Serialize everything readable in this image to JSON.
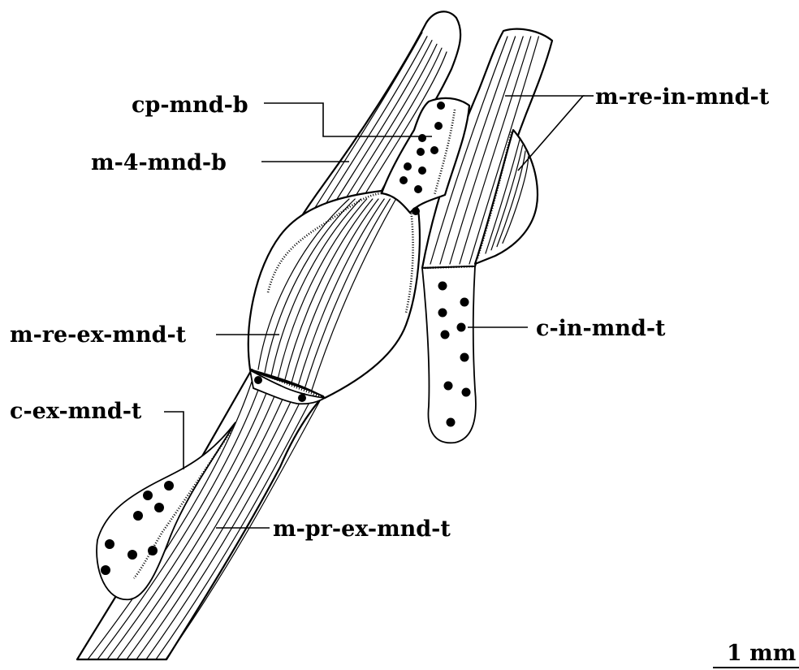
{
  "labels": {
    "cp_mnd_b": "cp-mnd-b",
    "m_4_mnd_b": "m-4-mnd-b",
    "m_re_in_mnd_t": "m-re-in-mnd-t",
    "m_re_ex_mnd_t": "m-re-ex-mnd-t",
    "c_in_mnd_t": "c-in-mnd-t",
    "c_ex_mnd_t": "c-ex-mnd-t",
    "m_pr_ex_mnd_t": "m-pr-ex-mnd-t"
  },
  "scale_bar": {
    "label": "1 mm"
  }
}
